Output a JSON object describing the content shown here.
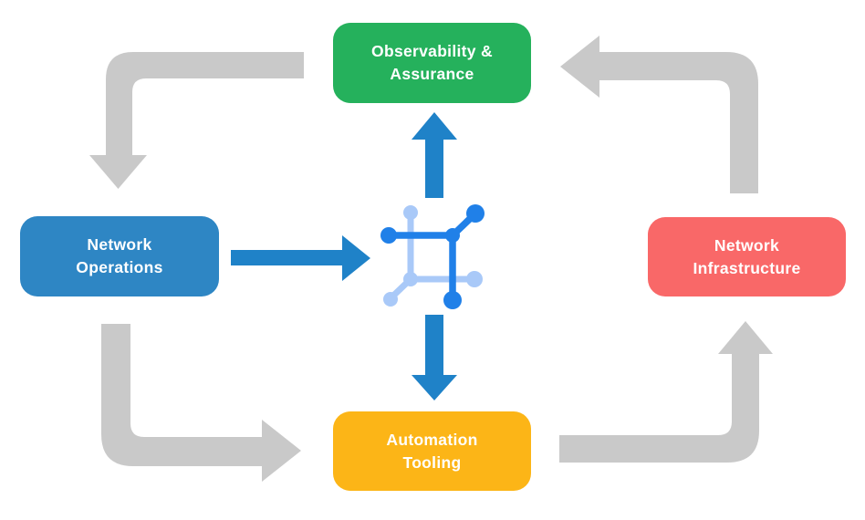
{
  "colors": {
    "background": "#ffffff",
    "arrow_gray": "#c9c9c9",
    "arrow_blue": "#1f82c8",
    "icon_dark_blue": "#2080e8",
    "icon_light_blue": "#a9c9f8",
    "node_text": "#ffffff"
  },
  "nodes": {
    "observability": {
      "label": "Observability &\nAssurance",
      "color": "#25b15c"
    },
    "operations": {
      "label": "Network\nOperations",
      "color": "#2e86c4"
    },
    "infrastructure": {
      "label": "Network\nInfrastructure",
      "color": "#f96868"
    },
    "automation": {
      "label": "Automation\nTooling",
      "color": "#fcb517"
    }
  },
  "center_icon": {
    "name": "network-automation-icon"
  },
  "arrows": [
    {
      "from": "observability",
      "to": "operations",
      "style": "gray-elbow"
    },
    {
      "from": "infrastructure",
      "to": "observability",
      "style": "gray-elbow"
    },
    {
      "from": "operations",
      "to": "automation",
      "style": "gray-elbow"
    },
    {
      "from": "automation",
      "to": "infrastructure",
      "style": "gray-elbow"
    },
    {
      "from": "operations",
      "to": "center-icon",
      "style": "blue-straight"
    },
    {
      "from": "center-icon",
      "to": "observability",
      "style": "blue-straight"
    },
    {
      "from": "center-icon",
      "to": "automation",
      "style": "blue-straight"
    }
  ]
}
